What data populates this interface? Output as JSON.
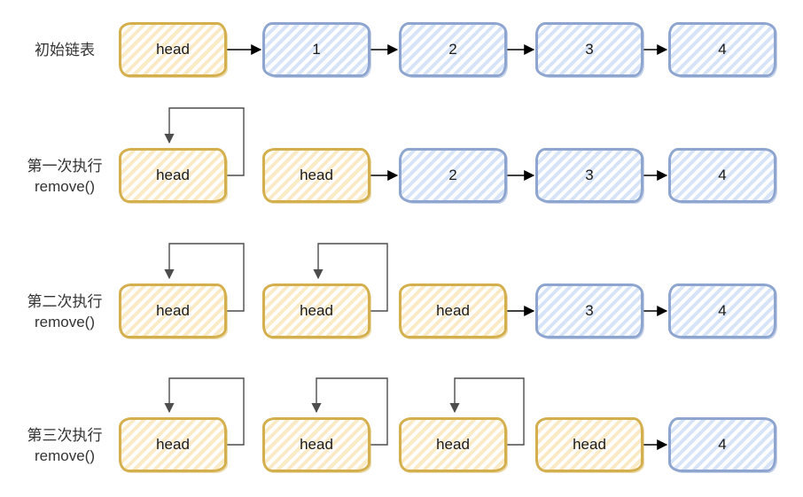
{
  "colors": {
    "head_border": "#d4af4e",
    "head_stripe": "#faeac6",
    "data_border": "#8ea6cf",
    "data_stripe": "#d7e3f6",
    "arrow": "#000000",
    "loop_line": "#4d4d4d",
    "label_text": "#333333",
    "node_text": "#1a1a1a"
  },
  "rows": [
    {
      "label_lines": [
        "初始链表"
      ],
      "nodes": [
        {
          "text": "head",
          "kind": "head",
          "self_loop": false
        },
        {
          "text": "1",
          "kind": "data"
        },
        {
          "text": "2",
          "kind": "data"
        },
        {
          "text": "3",
          "kind": "data"
        },
        {
          "text": "4",
          "kind": "data"
        }
      ]
    },
    {
      "label_lines": [
        "第一次执行",
        "remove()"
      ],
      "nodes": [
        {
          "text": "head",
          "kind": "head",
          "self_loop": true
        },
        {
          "text": "head",
          "kind": "head",
          "self_loop": false
        },
        {
          "text": "2",
          "kind": "data"
        },
        {
          "text": "3",
          "kind": "data"
        },
        {
          "text": "4",
          "kind": "data"
        }
      ]
    },
    {
      "label_lines": [
        "第二次执行",
        "remove()"
      ],
      "nodes": [
        {
          "text": "head",
          "kind": "head",
          "self_loop": true
        },
        {
          "text": "head",
          "kind": "head",
          "self_loop": true
        },
        {
          "text": "head",
          "kind": "head",
          "self_loop": false
        },
        {
          "text": "3",
          "kind": "data"
        },
        {
          "text": "4",
          "kind": "data"
        }
      ]
    },
    {
      "label_lines": [
        "第三次执行",
        "remove()"
      ],
      "nodes": [
        {
          "text": "head",
          "kind": "head",
          "self_loop": true
        },
        {
          "text": "head",
          "kind": "head",
          "self_loop": true
        },
        {
          "text": "head",
          "kind": "head",
          "self_loop": true
        },
        {
          "text": "head",
          "kind": "head",
          "self_loop": false
        },
        {
          "text": "4",
          "kind": "data"
        }
      ]
    }
  ]
}
